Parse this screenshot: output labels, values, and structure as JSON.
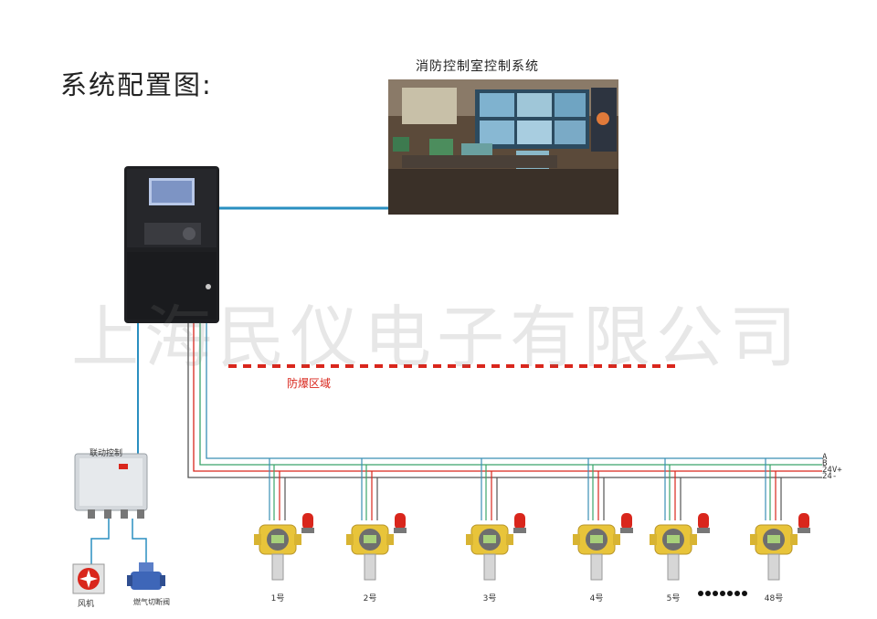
{
  "title": "系统配置图:",
  "control_room": {
    "title": "消防控制室控制系统"
  },
  "watermark": "上海民仪电子有限公司",
  "explosion_zone": {
    "label": "防爆区域",
    "color": "#d9261c"
  },
  "linkage_box": {
    "label": "联动控制"
  },
  "devices": {
    "fan": "风机",
    "valve": "燃气切断阀"
  },
  "bus": {
    "lines": [
      "A",
      "B",
      "24V+",
      "24-"
    ],
    "colors": [
      "#3a8fb5",
      "#3aa56a",
      "#d9261c",
      "#555555"
    ]
  },
  "detectors": [
    "1号",
    "2号",
    "3号",
    "4号",
    "5号",
    "48号"
  ],
  "ellipsis": "•••••••",
  "accent_blue": "#2a8fc0"
}
